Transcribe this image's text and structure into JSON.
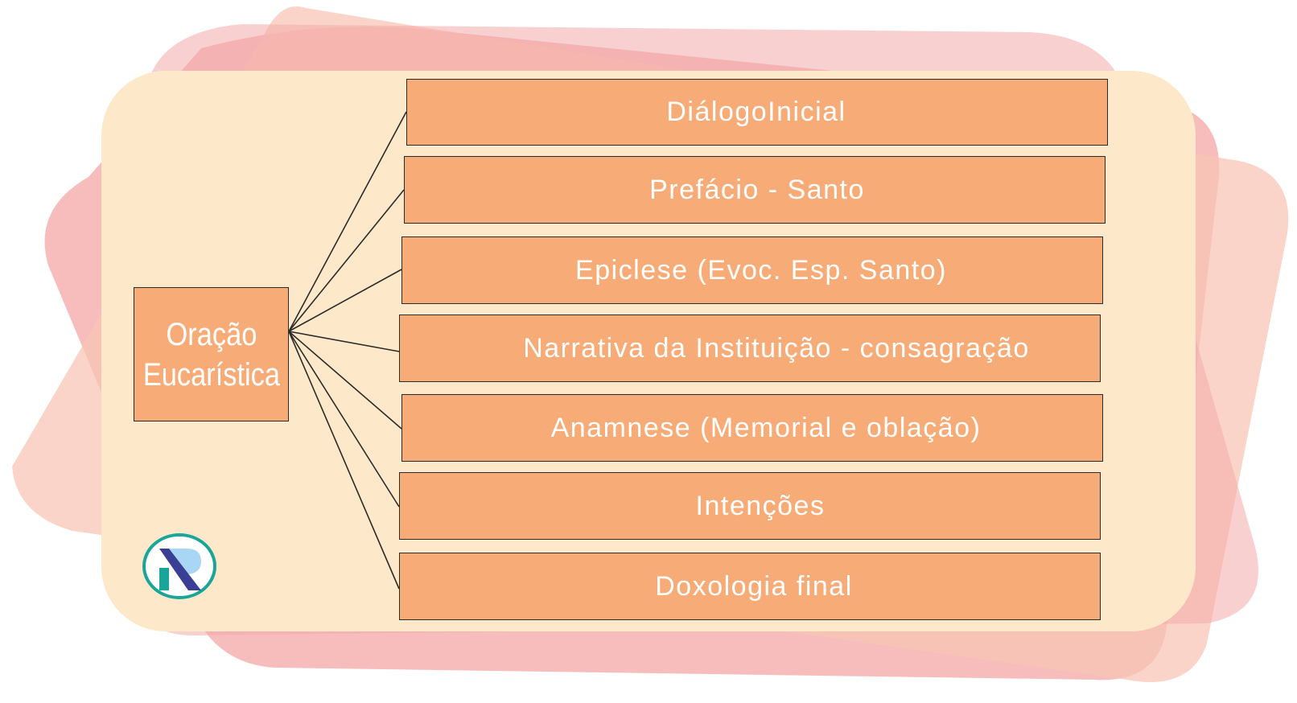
{
  "diagram": {
    "root": {
      "line1": "Oração",
      "line2": "Eucarística"
    },
    "steps": [
      "DiálogoInicial",
      "Prefácio - Santo",
      "Epiclese (Evoc. Esp. Santo)",
      "Narrativa da Instituição - consagração",
      "Anamnese (Memorial e oblação)",
      "Intenções",
      "Doxologia final"
    ]
  },
  "colors": {
    "box_fill": "#f7ab77",
    "box_text": "#ffffff",
    "panel": "#fde9c9",
    "background_shapes": [
      "#f6b1b1",
      "#f8c6b5"
    ]
  },
  "logo": {
    "icon": "r-monogram-logo",
    "letter": "R"
  }
}
